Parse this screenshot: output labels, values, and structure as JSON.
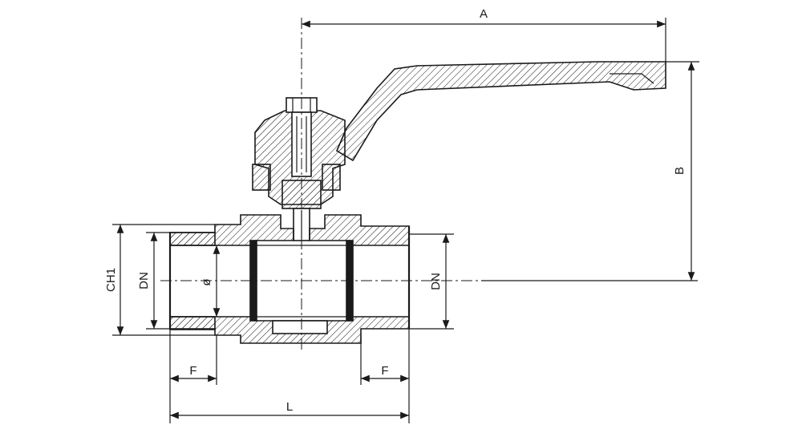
{
  "labels": {
    "A": "A",
    "B": "B",
    "CH1": "CH1",
    "DN_left": "DN",
    "DN_right": "DN",
    "diameter": "ø",
    "F_left": "F",
    "F_right": "F",
    "L": "L"
  }
}
